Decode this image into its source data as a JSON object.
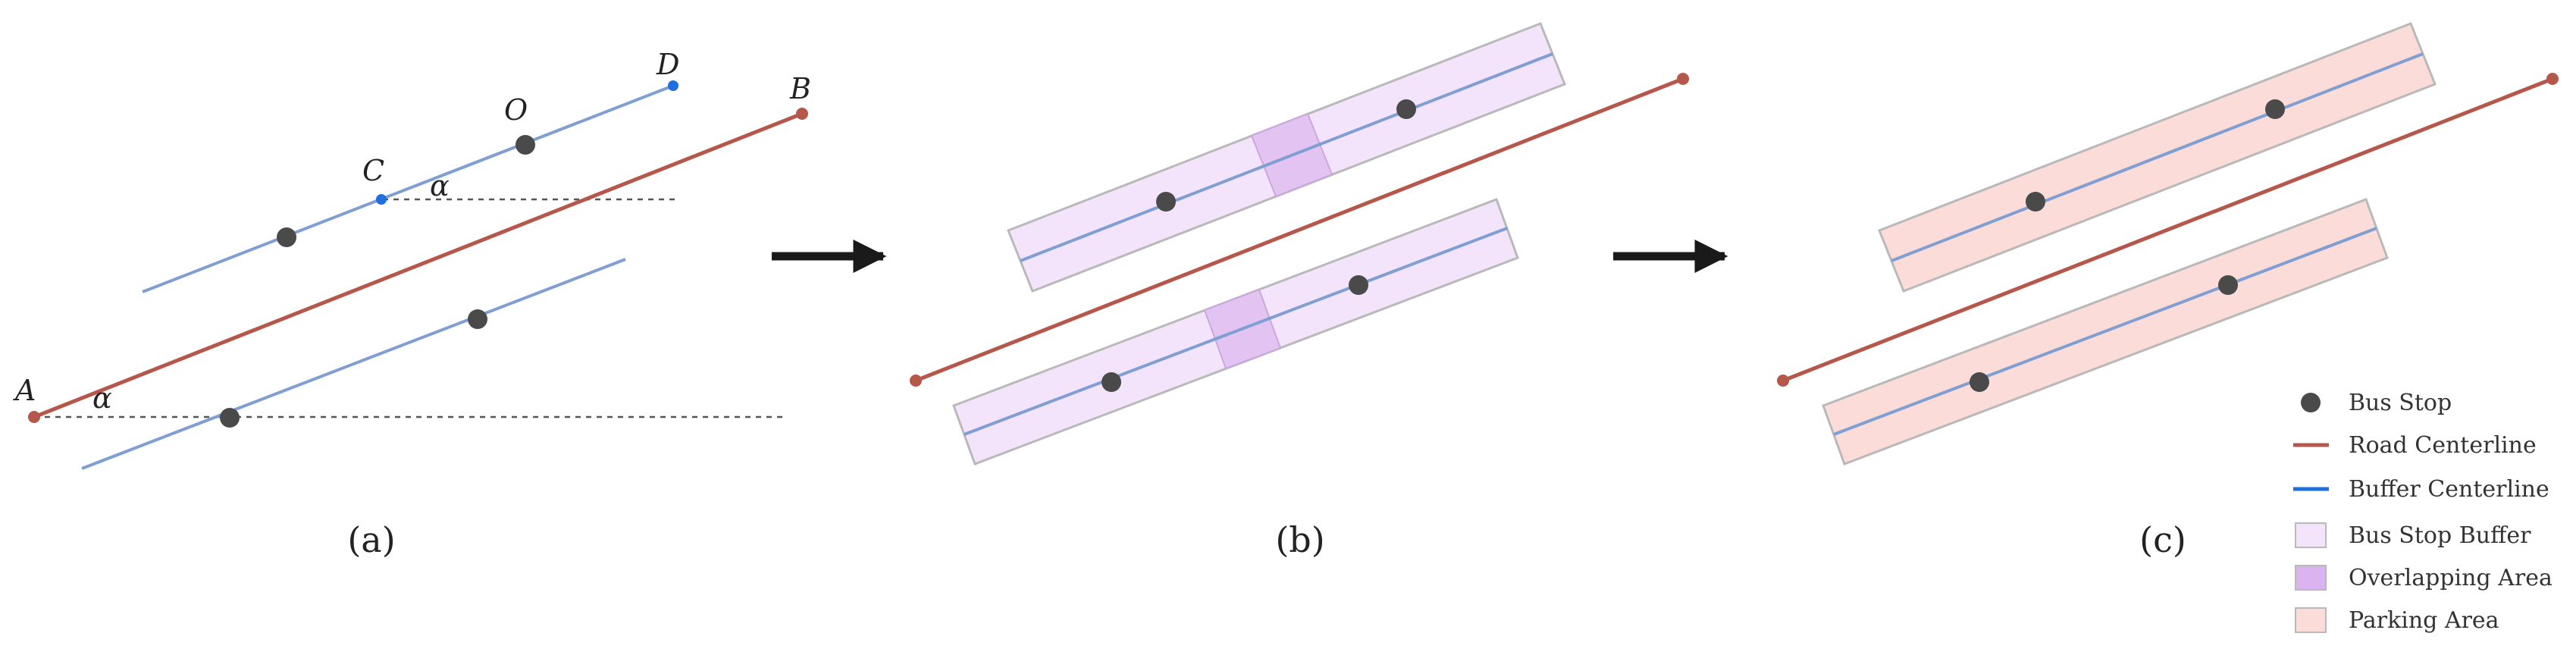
{
  "colors": {
    "road": "#b5574b",
    "buffer_line": "#7f9fd3",
    "blue_point": "#1f6fe0",
    "stop": "#4a4a4a",
    "buffer_fill": "#f4e4fb",
    "buffer_stroke": "#b9b9b9",
    "overlap_fill": "#e2c3f2",
    "parking_fill": "#fbdcd9",
    "arrow": "#1a1a1a"
  },
  "panel_a": {
    "points": {
      "A": "A",
      "B": "B",
      "C": "C",
      "D": "D",
      "O": "O"
    },
    "angle_symbol": "α",
    "label": "(a)"
  },
  "panel_b": {
    "label": "(b)"
  },
  "panel_c": {
    "label": "(c)"
  },
  "legend": {
    "items": [
      {
        "key": "bus_stop",
        "label": "Bus Stop"
      },
      {
        "key": "road_centerline",
        "label": "Road Centerline"
      },
      {
        "key": "buffer_centerline",
        "label": "Buffer Centerline"
      },
      {
        "key": "bus_stop_buffer",
        "label": "Bus Stop Buffer"
      },
      {
        "key": "overlapping_area",
        "label": "Overlapping Area"
      },
      {
        "key": "parking_area",
        "label": "Parking Area"
      }
    ]
  }
}
